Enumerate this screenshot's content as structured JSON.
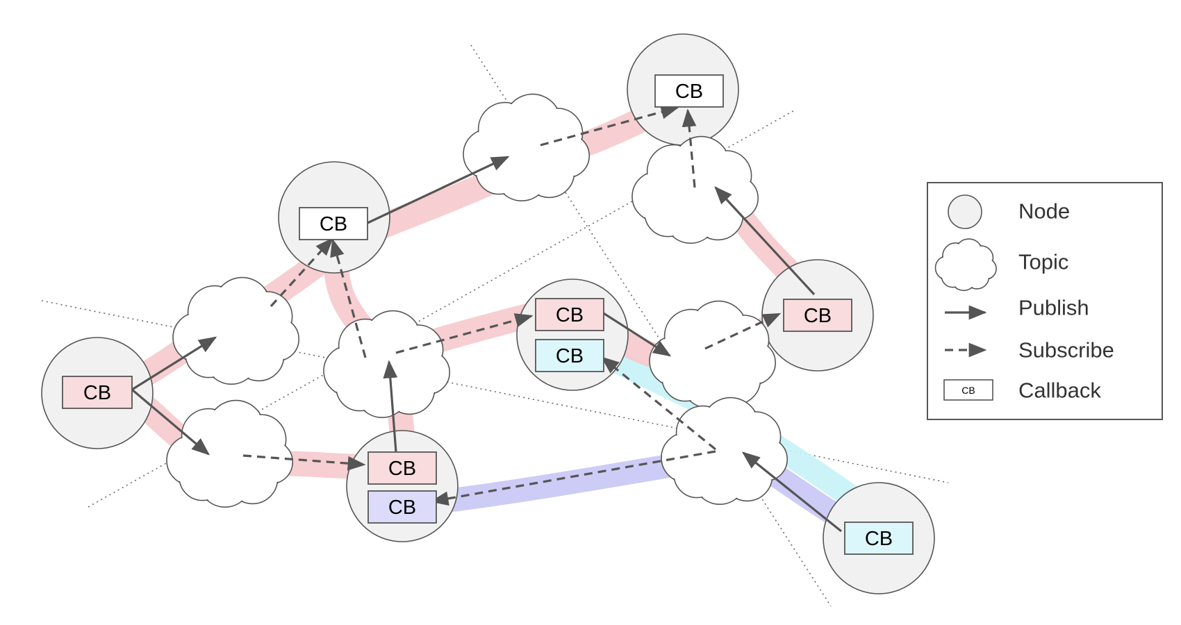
{
  "callback_label": "CB",
  "colors": {
    "node_fill": "#f1f1f1",
    "node_stroke": "#555555",
    "path_red": "#f6c9cc",
    "path_blue": "#c7c7f5",
    "path_cyan": "#c6f3f7",
    "arrow": "#555555",
    "cb_red_fill": "#f9dcde",
    "cb_blue_fill": "#dcdcfa",
    "cb_cyan_fill": "#dcf7fb"
  },
  "legend": {
    "items": [
      {
        "label": "Node",
        "icon": "node-circle"
      },
      {
        "label": "Topic",
        "icon": "topic-cloud"
      },
      {
        "label": "Publish",
        "icon": "solid-arrow"
      },
      {
        "label": "Subscribe",
        "icon": "dashed-arrow"
      },
      {
        "label": "Callback",
        "icon": "callback-box",
        "icon_text": "CB"
      }
    ]
  }
}
